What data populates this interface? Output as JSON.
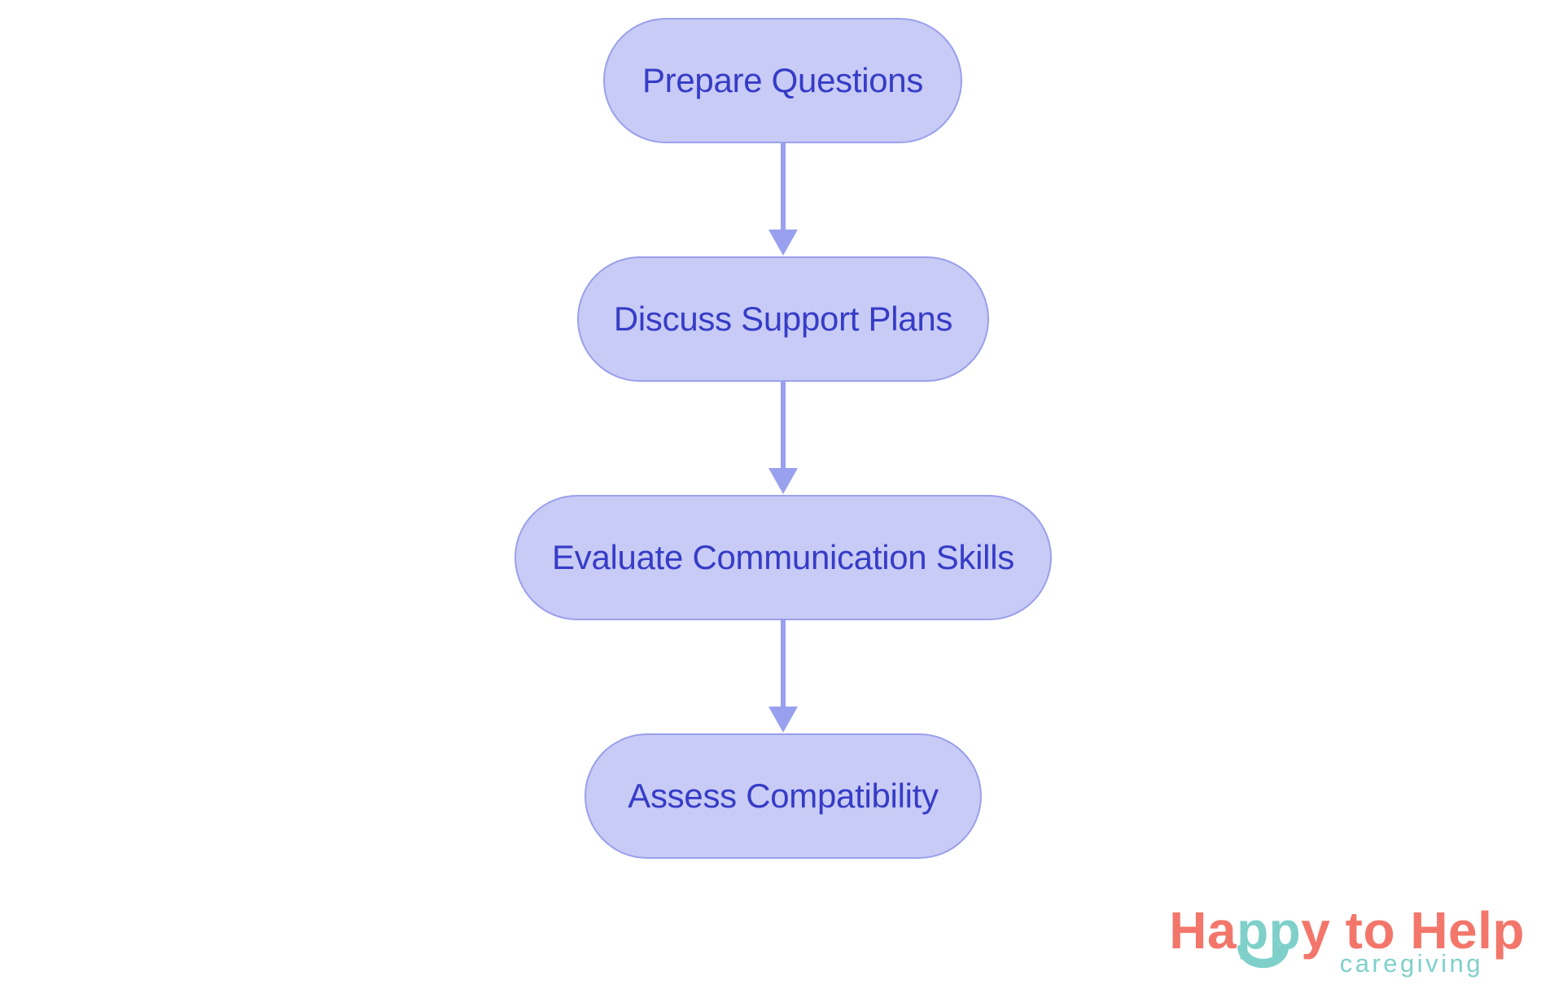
{
  "diagram": {
    "type": "flowchart",
    "direction": "top-down",
    "nodes": [
      {
        "id": "prepare-questions",
        "label": "Prepare Questions"
      },
      {
        "id": "discuss-support-plans",
        "label": "Discuss Support Plans"
      },
      {
        "id": "evaluate-communication-skills",
        "label": "Evaluate Communication Skills"
      },
      {
        "id": "assess-compatibility",
        "label": "Assess Compatibility"
      }
    ],
    "edges": [
      {
        "from": "prepare-questions",
        "to": "discuss-support-plans"
      },
      {
        "from": "discuss-support-plans",
        "to": "evaluate-communication-skills"
      },
      {
        "from": "evaluate-communication-skills",
        "to": "assess-compatibility"
      }
    ]
  },
  "logo": {
    "brand_segments": [
      {
        "text": "Ha",
        "color_role": "coral"
      },
      {
        "text": "pp",
        "color_role": "teal"
      },
      {
        "text": "y to Help",
        "color_role": "coral"
      }
    ],
    "tagline": "caregiving",
    "smile_icon": "smile-arc"
  },
  "colors": {
    "node-fill": "#c8cbf5",
    "node-border": "#9aa0ec",
    "node-text": "#363cc6",
    "arrow": "#99a0ee",
    "logo-coral": "#f3766b",
    "logo-teal": "#7fd0ca",
    "background": "#ffffff"
  }
}
